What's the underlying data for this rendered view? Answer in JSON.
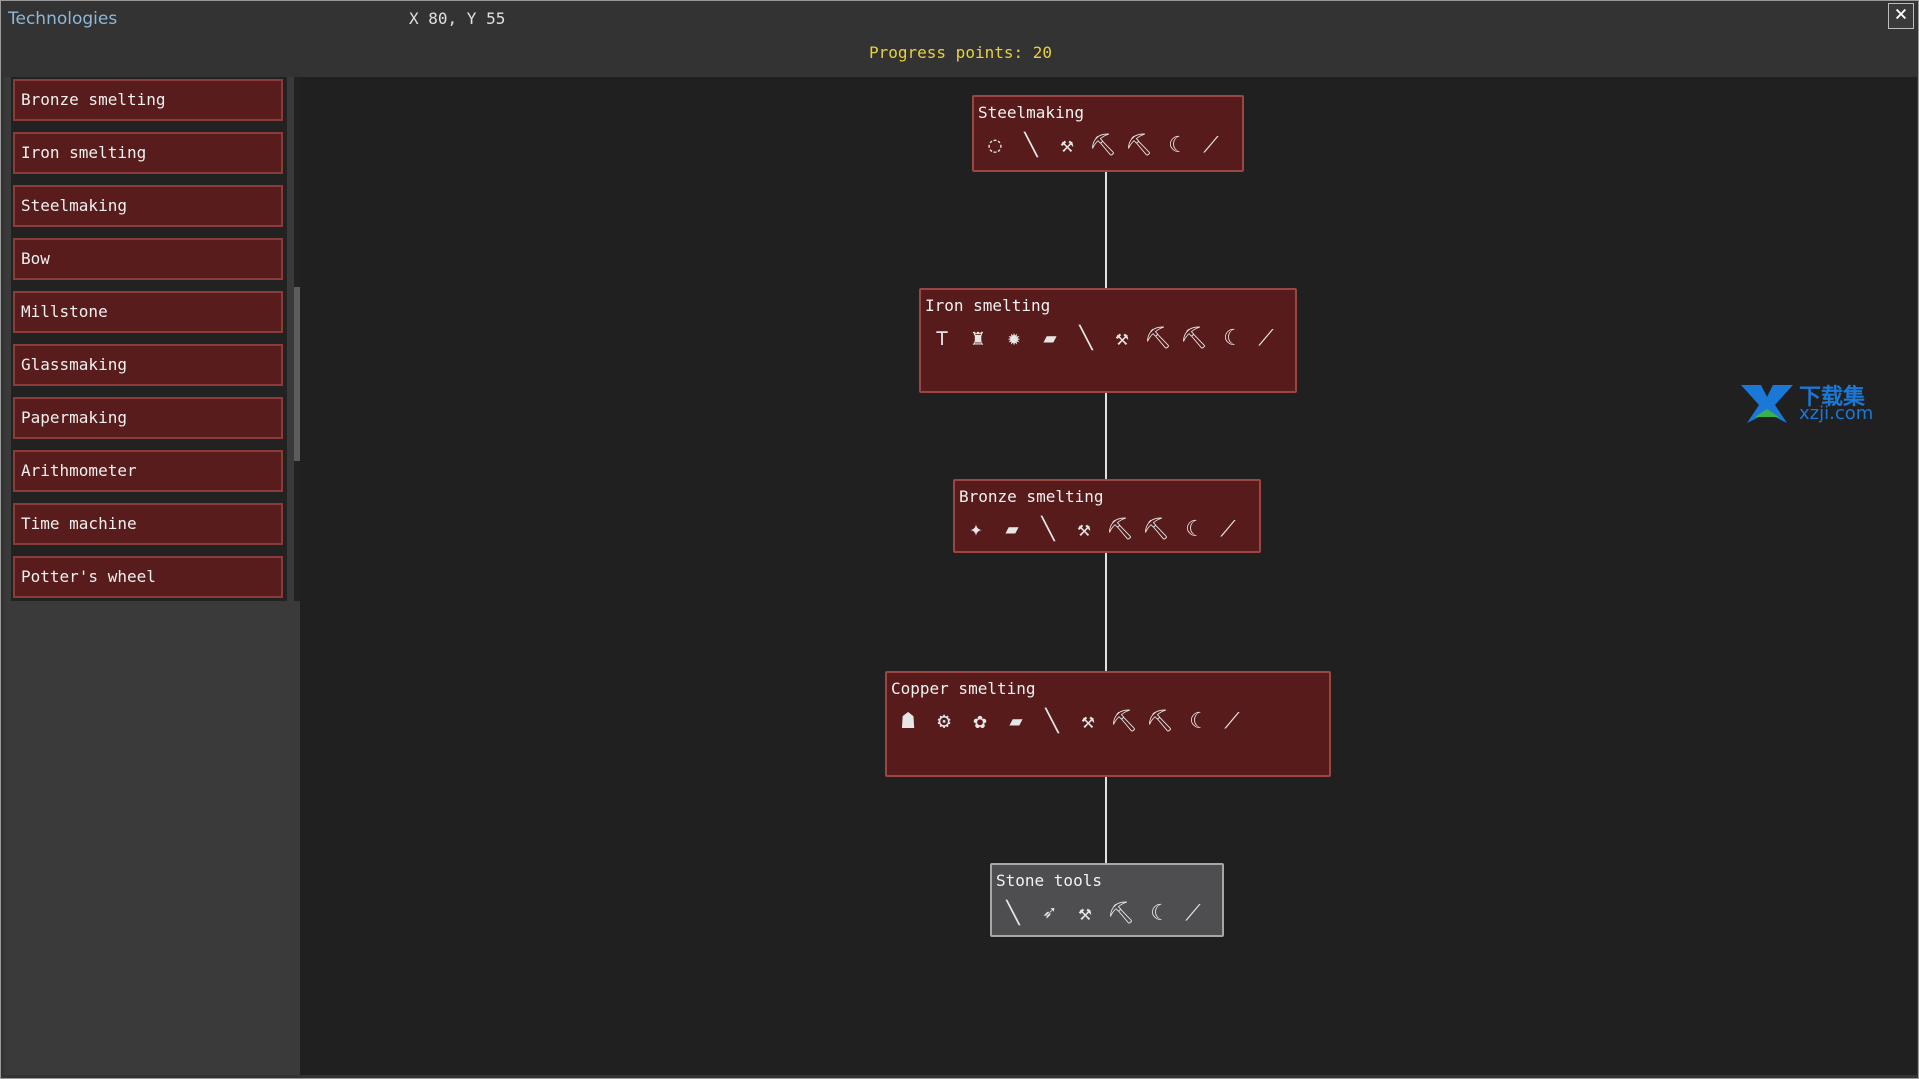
{
  "window": {
    "title": "Technologies",
    "coords": "X 80, Y 55",
    "progress_text": "Progress points: 20",
    "close_icon": "×"
  },
  "sidebar": {
    "items": [
      {
        "label": "Bronze smelting"
      },
      {
        "label": "Iron smelting"
      },
      {
        "label": "Steelmaking"
      },
      {
        "label": "Bow"
      },
      {
        "label": "Millstone"
      },
      {
        "label": "Glassmaking"
      },
      {
        "label": "Papermaking"
      },
      {
        "label": "Arithmometer"
      },
      {
        "label": "Time machine"
      },
      {
        "label": "Potter's wheel"
      }
    ]
  },
  "tree": {
    "nodes": [
      {
        "title": "Steelmaking",
        "style": "red",
        "icons": [
          "ore-icon",
          "shovel-icon",
          "hammer-icon",
          "axe-icon",
          "pickaxe-icon",
          "sickle-icon",
          "hoe-icon"
        ]
      },
      {
        "title": "Iron smelting",
        "style": "red",
        "icons": [
          "anvil-icon",
          "bloomery-icon",
          "ore-icon",
          "ingot-icon",
          "shovel-icon",
          "hammer-icon",
          "axe-icon",
          "pickaxe-icon",
          "sickle-icon",
          "hoe-icon"
        ]
      },
      {
        "title": "Bronze smelting",
        "style": "red",
        "icons": [
          "ore-icon",
          "ingot-icon",
          "shovel-icon",
          "hammer-icon",
          "axe-icon",
          "pickaxe-icon",
          "sickle-icon",
          "hoe-icon"
        ]
      },
      {
        "title": "Copper smelting",
        "style": "red",
        "icons": [
          "kiln-icon",
          "gear-icon",
          "ore-icon",
          "ingot-icon",
          "shovel-icon",
          "hammer-icon",
          "axe-icon",
          "pickaxe-icon",
          "sickle-icon",
          "hoe-icon"
        ]
      },
      {
        "title": "Stone tools",
        "style": "gray",
        "icons": [
          "shovel-icon",
          "spear-icon",
          "axe-icon",
          "pickaxe-icon",
          "sickle-icon",
          "hoe-icon"
        ]
      }
    ]
  },
  "watermark": {
    "brand": "下载集",
    "url": "xzji.com"
  },
  "colors": {
    "accent": "#e8d23a",
    "node_red": "#571b1b",
    "node_gray": "#4e4e50"
  }
}
